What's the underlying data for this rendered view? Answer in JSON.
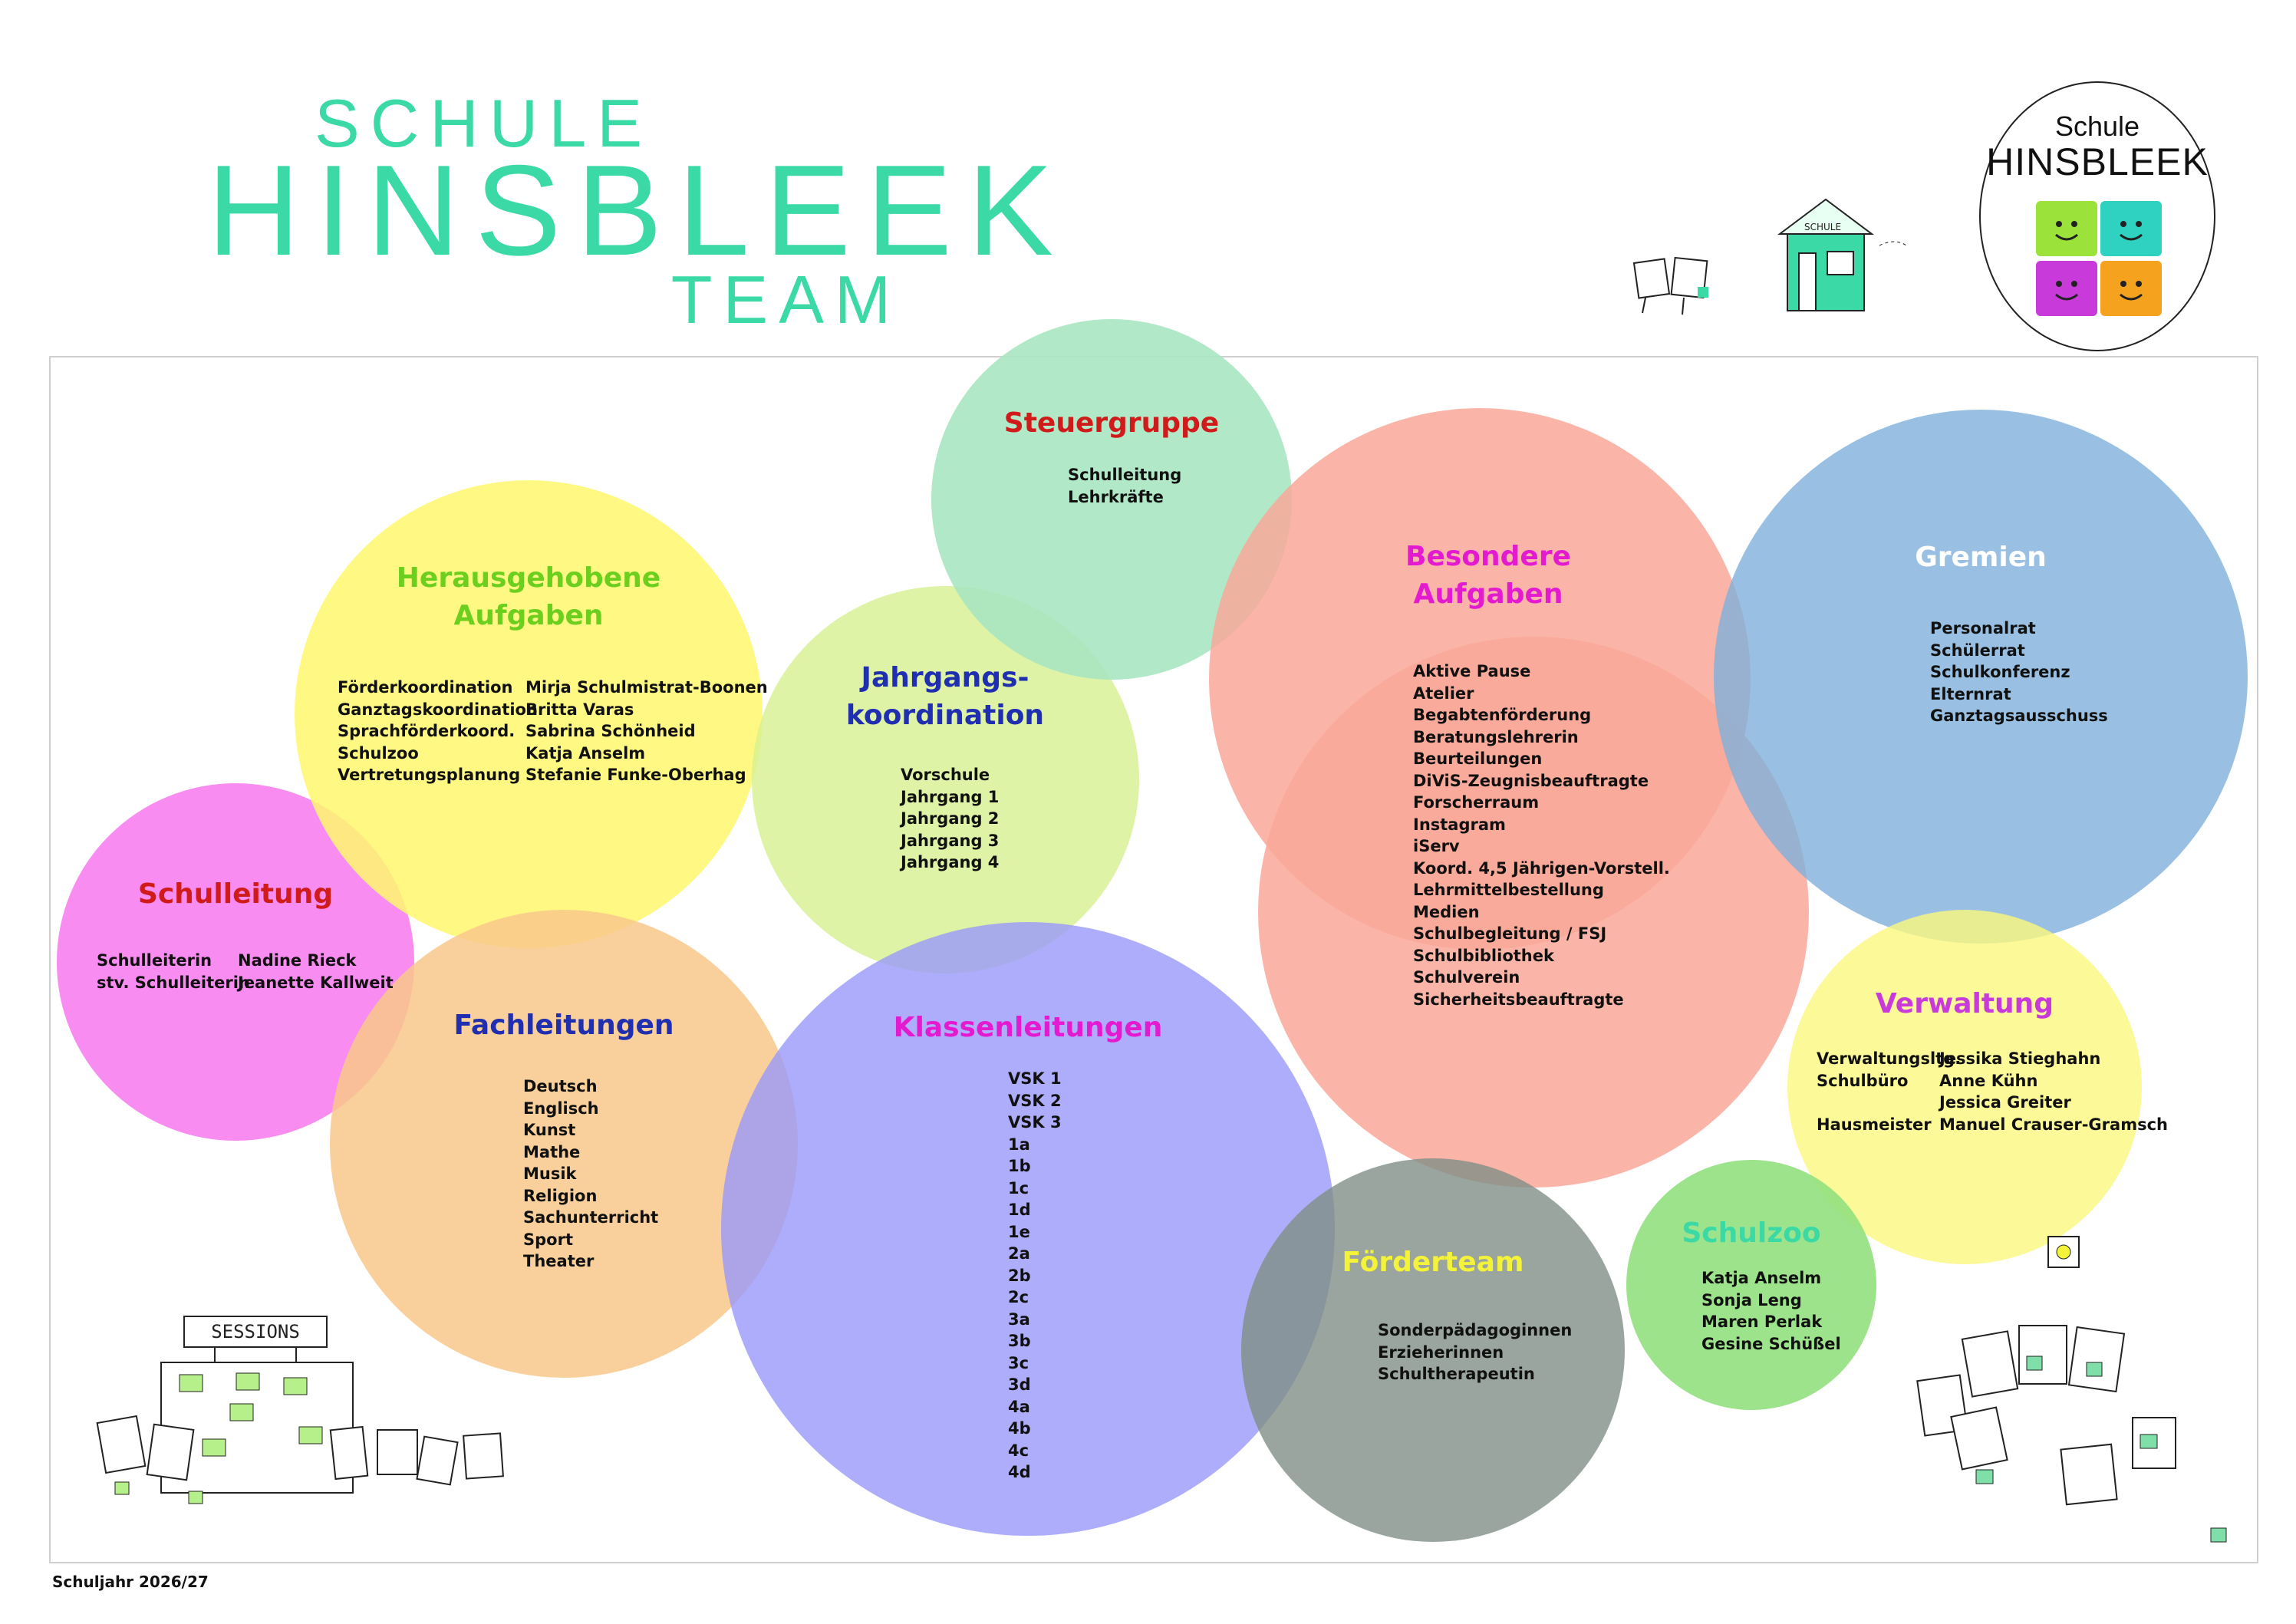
{
  "header": {
    "line1": "SCHULE",
    "line2": "HINSBLEEK",
    "line3": "TEAM"
  },
  "logo": {
    "top": "Schule",
    "bottom": "HINSBLEEK",
    "icon": "puzzle-pieces-icon",
    "colors": [
      "#9be33a",
      "#2fd1c0",
      "#c93adb",
      "#f5a21f"
    ]
  },
  "circles": {
    "steuergruppe": {
      "title": "Steuergruppe",
      "color": "#a8e6c1",
      "title_color": "#d11a1a",
      "items": [
        "Schulleitung",
        "Lehrkräfte"
      ]
    },
    "herausgehobene": {
      "title": "Herausgehobene\nAufgaben",
      "color": "#fff86e",
      "title_color": "#6ccf1e",
      "left": [
        "Förderkoordination",
        "Ganztagskoordination",
        "Sprachförderkoord.",
        "Schulzoo",
        "Vertretungsplanung"
      ],
      "right": [
        "Mirja Schulmistrat-Boonen",
        "Britta Varas",
        "Sabrina Schönheid",
        "Katja Anselm",
        "Stefanie Funke-Oberhag"
      ]
    },
    "jahrgang": {
      "title": "Jahrgangs-\nkoordination",
      "color": "#d6f090",
      "title_color": "#1f2fb0",
      "items": [
        "Vorschule",
        "Jahrgang 1",
        "Jahrgang 2",
        "Jahrgang 3",
        "Jahrgang 4"
      ]
    },
    "besondere": {
      "title": "Besondere\nAufgaben",
      "color": "#f9a899",
      "title_color": "#e31ad0",
      "items": [
        "Aktive Pause",
        "Atelier",
        "Begabtenförderung",
        "Beratungslehrerin",
        "Beurteilungen",
        "DiViS-Zeugnisbeauftragte",
        "Forscherraum",
        "Instagram",
        "iServ",
        "Koord. 4,5 Jährigen-Vorstell.",
        "Lehrmittelbestellung",
        "Medien",
        "Schulbegleitung / FSJ",
        "Schulbibliothek",
        "Schulverein",
        "Sicherheitsbeauftragte"
      ]
    },
    "gremien": {
      "title": "Gremien",
      "color": "#7fb0db",
      "title_color": "#ffffff",
      "items": [
        "Personalrat",
        "Schülerrat",
        "Schulkonferenz",
        "Elternrat",
        "Ganztagsausschuss"
      ]
    },
    "schulleitung": {
      "title": "Schulleitung",
      "color": "#f77fee",
      "title_color": "#d11a1a",
      "left": [
        "Schulleiterin",
        "stv. Schulleiterin"
      ],
      "right": [
        "Nadine Rieck",
        "Jeanette Kallweit"
      ]
    },
    "fachleitungen": {
      "title": "Fachleitungen",
      "color": "#f8c88a",
      "title_color": "#1f2fb0",
      "items": [
        "Deutsch",
        "Englisch",
        "Kunst",
        "Mathe",
        "Musik",
        "Religion",
        "Sachunterricht",
        "Sport",
        "Theater"
      ]
    },
    "klassen": {
      "title": "Klassenleitungen",
      "color": "#9a99fa",
      "title_color": "#e31ad0",
      "items": [
        "VSK 1",
        "VSK 2",
        "VSK 3",
        "1a",
        "1b",
        "1c",
        "1d",
        "1e",
        "2a",
        "2b",
        "2c",
        "3a",
        "3b",
        "3c",
        "3d",
        "4a",
        "4b",
        "4c",
        "4d"
      ]
    },
    "foerderteam": {
      "title": "Förderteam",
      "color": "#7f8e86",
      "title_color": "#f5f23a",
      "items": [
        "Sonderpädagoginnen",
        "Erzieherinnen",
        "Schultherapeutin"
      ]
    },
    "schulzoo": {
      "title": "Schulzoo",
      "color": "#92e07e",
      "title_color": "#3ad9a6",
      "items": [
        "Katja Anselm",
        "Sonja Leng",
        "Maren Perlak",
        "Gesine Schüßel"
      ]
    },
    "verwaltung": {
      "title": "Verwaltung",
      "color": "#fbf77e",
      "title_color": "#c93adb",
      "left": [
        "Verwaltungsltg.",
        "Schulbüro",
        "",
        "Hausmeister"
      ],
      "right": [
        "Jessika Stieghahn",
        "Anne Kühn",
        "Jessica Greiter",
        "Manuel Crauser-Gramsch"
      ]
    }
  },
  "sessions_sign": "SESSIONS",
  "house_sign": "SCHULE",
  "footer": {
    "year": "Schuljahr 2026/27"
  }
}
